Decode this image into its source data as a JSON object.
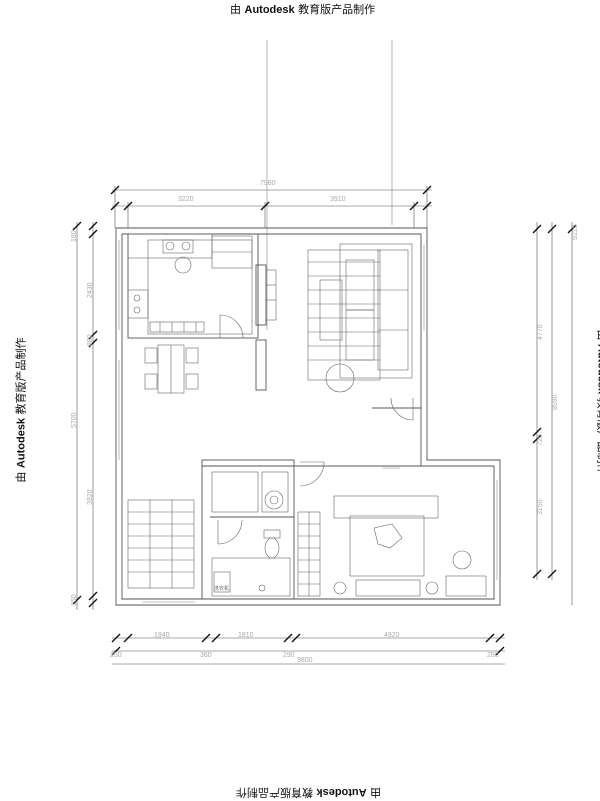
{
  "watermark": {
    "prefix": "由",
    "brand": "Autodesk",
    "suffix": "教育版产品制作"
  },
  "dimensions": {
    "top_total": "7960",
    "top_left": "3220",
    "top_right": "3910",
    "bottom_1": "1940",
    "bottom_2": "1810",
    "bottom_3": "4920",
    "bottom_a": "250",
    "bottom_b": "360",
    "bottom_c": "290",
    "bottom_d": "280",
    "bottom_total": "9800",
    "left_1": "2430",
    "left_2": "880",
    "left_3": "5700",
    "left_4": "3920",
    "left_5": "180",
    "left_6": "150",
    "right_1": "4770",
    "right_2": "8590",
    "right_3": "720",
    "right_4": "3150",
    "right_5": "9210"
  },
  "room_labels": {
    "washer": "洗衣机"
  }
}
